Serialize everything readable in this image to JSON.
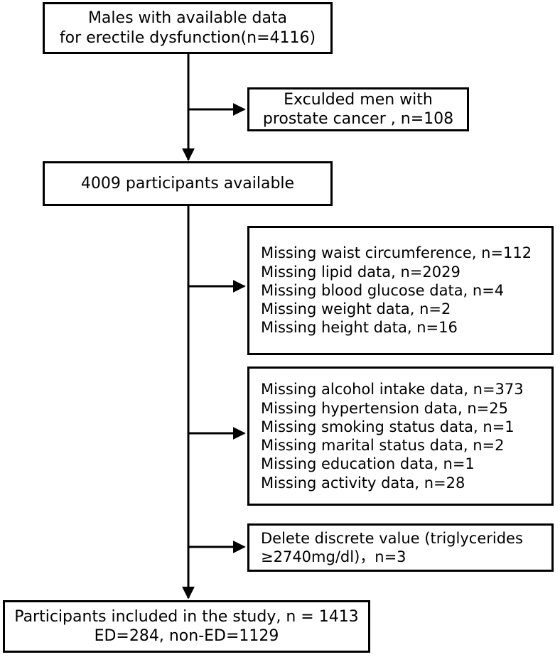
{
  "boxes": {
    "start": {
      "lines": [
        "Males with available data",
        "for erectile dysfunction(n=4116)"
      ]
    },
    "excl_cancer": {
      "lines": [
        "Exculded men with",
        "prostate cancer , n=108"
      ]
    },
    "available": {
      "lines": [
        "4009 participants available"
      ]
    },
    "missing_anthro": {
      "lines": [
        "Missing waist circumference, n=112",
        "Missing lipid data, n=2029",
        "Missing blood glucose data, n=4",
        "Missing weight data, n=2",
        "Missing height data, n=16"
      ]
    },
    "missing_lifestyle": {
      "lines": [
        "Missing alcohol intake data, n=373",
        "Missing hypertension data, n=25",
        "Missing smoking status data, n=1",
        "Missing marital status data, n=2",
        "Missing education data, n=1",
        "Missing activity data, n=28"
      ]
    },
    "discrete": {
      "lines": [
        "Delete discrete value (triglycerides",
        "≥2740mg/dl)，n=3"
      ]
    },
    "final": {
      "lines": [
        "Participants included in the study, n = 1413",
        "ED=284, non-ED=1129"
      ]
    }
  }
}
